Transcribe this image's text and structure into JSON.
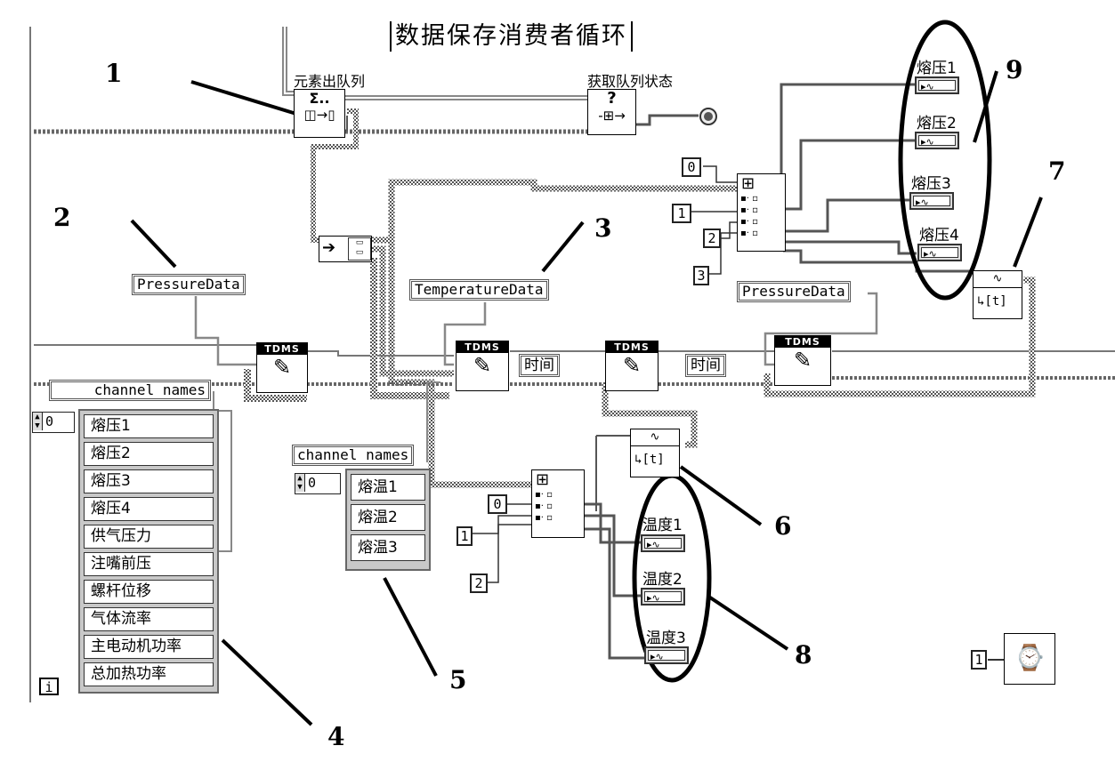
{
  "title": "数据保存消费者循环",
  "functions": {
    "dequeue_label": "元素出队列",
    "queue_status_label": "获取队列状态",
    "dequeue_glyph": "Σ..",
    "status_glyph": "?"
  },
  "string_constants": {
    "pressure_data_1": "PressureData",
    "temperature_data": "TemperatureData",
    "pressure_data_2": "PressureData",
    "channel_names_1": "channel names",
    "channel_names_2": "channel names"
  },
  "tdms_label": "TDMS",
  "time_label": "时间",
  "pressure_channels": [
    "熔压1",
    "熔压2",
    "熔压3",
    "熔压4",
    "供气压力",
    "注嘴前压",
    "螺杆位移",
    "气体流率",
    "主电动机功率",
    "总加热功率"
  ],
  "temperature_channels": [
    "熔温1",
    "熔温2",
    "熔温3"
  ],
  "array_index_values": {
    "pressure": "0",
    "temperature": "0"
  },
  "numeric_constants": {
    "pressure_index": [
      "0",
      "1",
      "2",
      "3"
    ],
    "temperature_index": [
      "0",
      "1",
      "2"
    ],
    "wait_ms": "1"
  },
  "indicators": {
    "pressure": [
      "熔压1",
      "熔压2",
      "熔压3",
      "熔压4"
    ],
    "temperature": [
      "温度1",
      "温度2",
      "温度3"
    ]
  },
  "iteration_terminal": "i",
  "waveform_time_label": "[t]",
  "annotations": [
    "1",
    "2",
    "3",
    "4",
    "5",
    "6",
    "7",
    "8",
    "9"
  ]
}
